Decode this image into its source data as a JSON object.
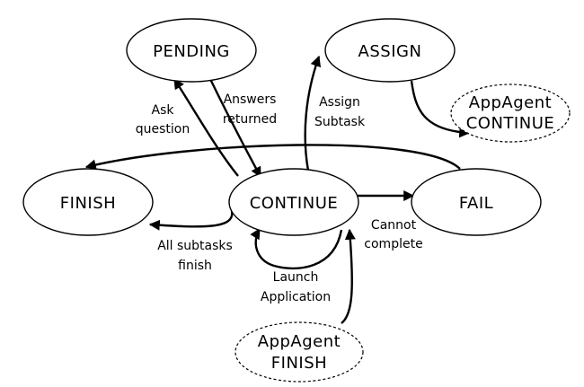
{
  "states": {
    "pending": "PENDING",
    "assign": "ASSIGN",
    "finish": "FINISH",
    "continue": "CONTINUE",
    "fail": "FAIL",
    "appagent_continue": [
      "AppAgent",
      "CONTINUE"
    ],
    "appagent_finish": [
      "AppAgent",
      "FINISH"
    ]
  },
  "transitions": {
    "ask_question": [
      "Ask",
      "question"
    ],
    "answers_returned": [
      "Answers",
      "returned"
    ],
    "assign_subtask": [
      "Assign",
      "Subtask"
    ],
    "cannot_complete": [
      "Cannot",
      "complete"
    ],
    "all_subtasks_finish": [
      "All subtasks",
      "finish"
    ],
    "launch_application": [
      "Launch",
      "Application"
    ]
  }
}
